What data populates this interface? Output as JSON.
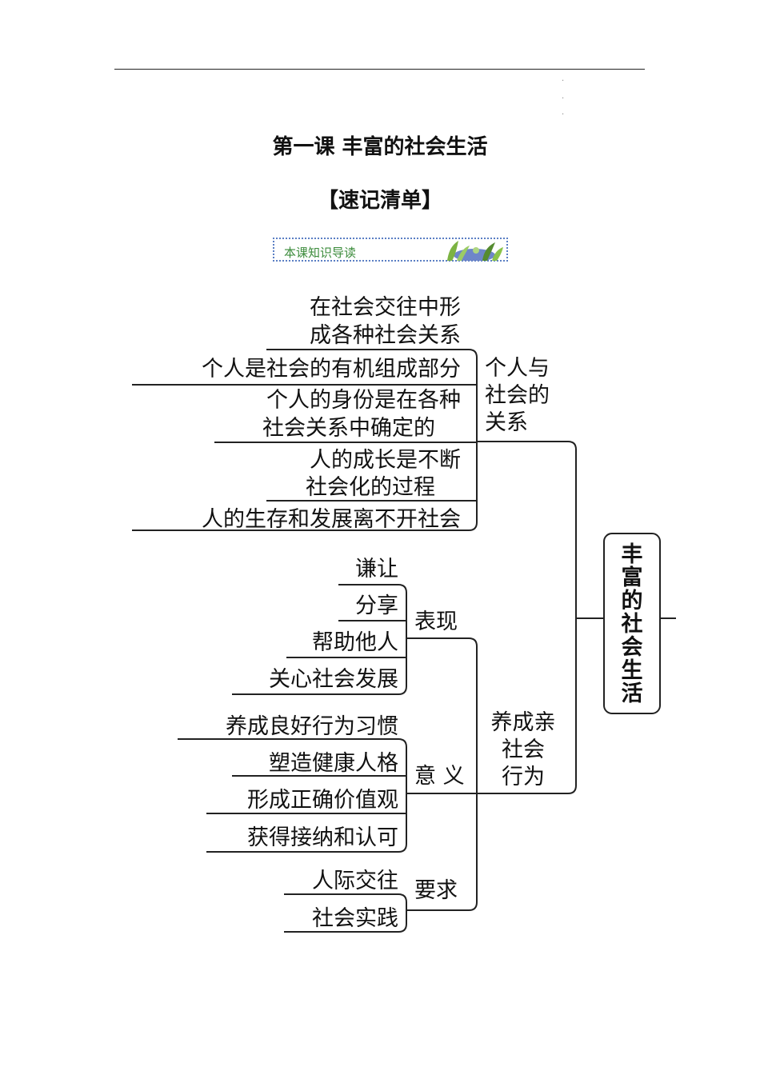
{
  "header": {
    "lesson_title": "第一课  丰富的社会生活",
    "section_title": "【速记清单】",
    "banner_label": "本课知识导读"
  },
  "mindmap": {
    "root": [
      "丰",
      "富",
      "的",
      "社",
      "会",
      "生",
      "活"
    ],
    "branch1": {
      "label": [
        "个人与",
        "社会的",
        "关系"
      ],
      "points": [
        [
          "在社会交往中形",
          "成各种社会关系"
        ],
        [
          "个人是社会的有机组成部分"
        ],
        [
          "个人的身份是在各种",
          "社会关系中确定的"
        ],
        [
          "人的成长是不断",
          "社会化的过程"
        ],
        [
          "人的生存和发展离不开社会"
        ]
      ]
    },
    "branch2": {
      "label": [
        "养成亲",
        "社会",
        "行为"
      ],
      "groups": [
        {
          "label": "表现",
          "items": [
            "谦让",
            "分享",
            "帮助他人",
            "关心社会发展"
          ]
        },
        {
          "label": "意 义",
          "items": [
            "养成良好行为习惯",
            "塑造健康人格",
            "形成正确价值观",
            "获得接纳和认可"
          ]
        },
        {
          "label": "要求",
          "items": [
            "人际交往",
            "社会实践"
          ]
        }
      ]
    }
  },
  "colors": {
    "line": "#222222",
    "banner_border": "#5b7fc4",
    "banner_text": "#3b8b3b"
  }
}
